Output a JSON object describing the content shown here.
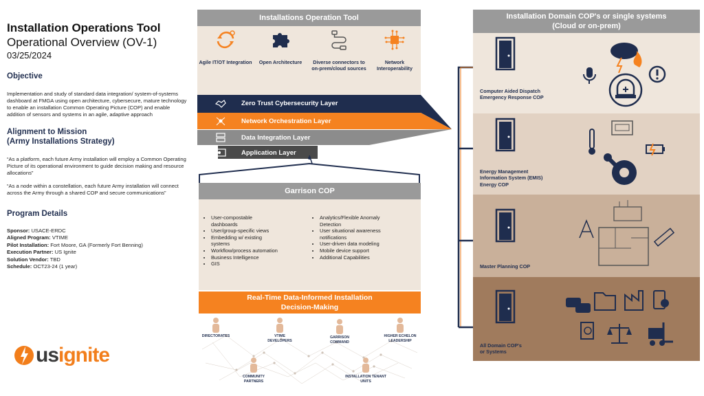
{
  "left": {
    "title": "Installation Operations Tool",
    "subtitle": "Operational Overview (OV-1)",
    "date": "03/25/2024",
    "objective_heading": "Objective",
    "objective_text": "Implementation and study of standard data integration/ system-of-systems dashboard at FMGA using open architecture, cybersecure, mature technology to enable an installation Common Operating Picture (COP) and enable addition of sensors and systems in an agile, adaptive approach",
    "alignment_heading_1": "Alignment to Mission",
    "alignment_heading_2": "(Army Installations Strategy)",
    "quote_1": "“As a platform, each future Army installation will employ a Common Operating Picture of its operational environment to guide decision making and resource allocations”",
    "quote_2": "“As a node within a constellation, each future Army installation will connect across the Army through a shared COP and secure communications”",
    "program_heading": "Program Details",
    "program_details": [
      {
        "label": "Sponsor:",
        "value": " USACE-ERDC"
      },
      {
        "label": "Aligned Program:",
        "value": " VTIME"
      },
      {
        "label": "Pilot Installation:",
        "value": " Fort Moore, GA (Formerly Fort Benning)"
      },
      {
        "label": "Execution Partner:",
        "value": " US Ignite"
      },
      {
        "label": "Solution Vendor:",
        "value": " TBD"
      },
      {
        "label": "Schedule:",
        "value": " OCT23-24 (1 year)"
      }
    ],
    "logo_us": "us",
    "logo_ignite": "ignite"
  },
  "tool": {
    "title": "Installations Operation Tool",
    "features": [
      {
        "label": "Agile IT/OT Integration",
        "icon": "sync-arrows-icon"
      },
      {
        "label": "Open Architecture",
        "icon": "puzzle-icon"
      },
      {
        "label": "Diverse connectors to on-prem/cloud sources",
        "icon": "connector-icon"
      },
      {
        "label": "Network Interoperability",
        "icon": "network-chip-icon"
      }
    ]
  },
  "layers": [
    {
      "label": "Zero Trust Cybersecurity Layer",
      "color": "#1f2d4e",
      "icon": "handshake-icon"
    },
    {
      "label": "Network Orchestration Layer",
      "color": "#f58220",
      "icon": "network-icon"
    },
    {
      "label": "Data Integration Layer",
      "color": "#8c8c8c",
      "icon": "server-icon"
    },
    {
      "label": "Application Layer",
      "color": "#4a4a4a",
      "icon": "app-icon"
    }
  ],
  "garrison": {
    "title": "Garrison COP",
    "left_items": [
      "User-compostable dashboards",
      "User/group-specific views",
      "Embedding w/ existing systems",
      "Workflow/process automation",
      "Business Intelligence",
      "GIS"
    ],
    "right_items": [
      "Analytics/Flexible Anomaly Detection",
      "User situational awareness notifications",
      "User-driven data modeling",
      "Mobile device support",
      "Additional Capabilities"
    ]
  },
  "realtime": {
    "line1": "Real-Time Data-Informed Installation",
    "line2": "Decision-Making"
  },
  "stakeholders": [
    {
      "label": "DIRECTORATES"
    },
    {
      "label": "VTIME DEVELOPERS"
    },
    {
      "label": "GARRISON COMMAND"
    },
    {
      "label": "HIGHER ECHELON LEADERSHIP"
    },
    {
      "label": "COMMUNITY PARTNERS"
    },
    {
      "label": "INSTALLATION TENANT UNITS"
    }
  ],
  "domain": {
    "title_line1": "Installation Domain COP's or single systems",
    "title_line2": "(Cloud or on-prem)",
    "panels": [
      {
        "label_line1": "Computer Aided Dispatch",
        "label_line2": "Emergency Response COP",
        "label_line3": "",
        "color": "#efe6dc"
      },
      {
        "label_line1": "Energy Management",
        "label_line2": "Information System (EMIS)",
        "label_line3": "Energy COP",
        "color": "#e2d2c3"
      },
      {
        "label_line1": "Master Planning COP",
        "label_line2": "",
        "label_line3": "",
        "color": "#c9b09a"
      },
      {
        "label_line1": "All Domain COP's",
        "label_line2": "or Systems",
        "label_line3": "",
        "color": "#a07b5d"
      }
    ]
  },
  "colors": {
    "navy": "#1f2d4e",
    "orange": "#f58220",
    "gray_header": "#9a9a9a",
    "tan_light": "#efe6dc"
  }
}
